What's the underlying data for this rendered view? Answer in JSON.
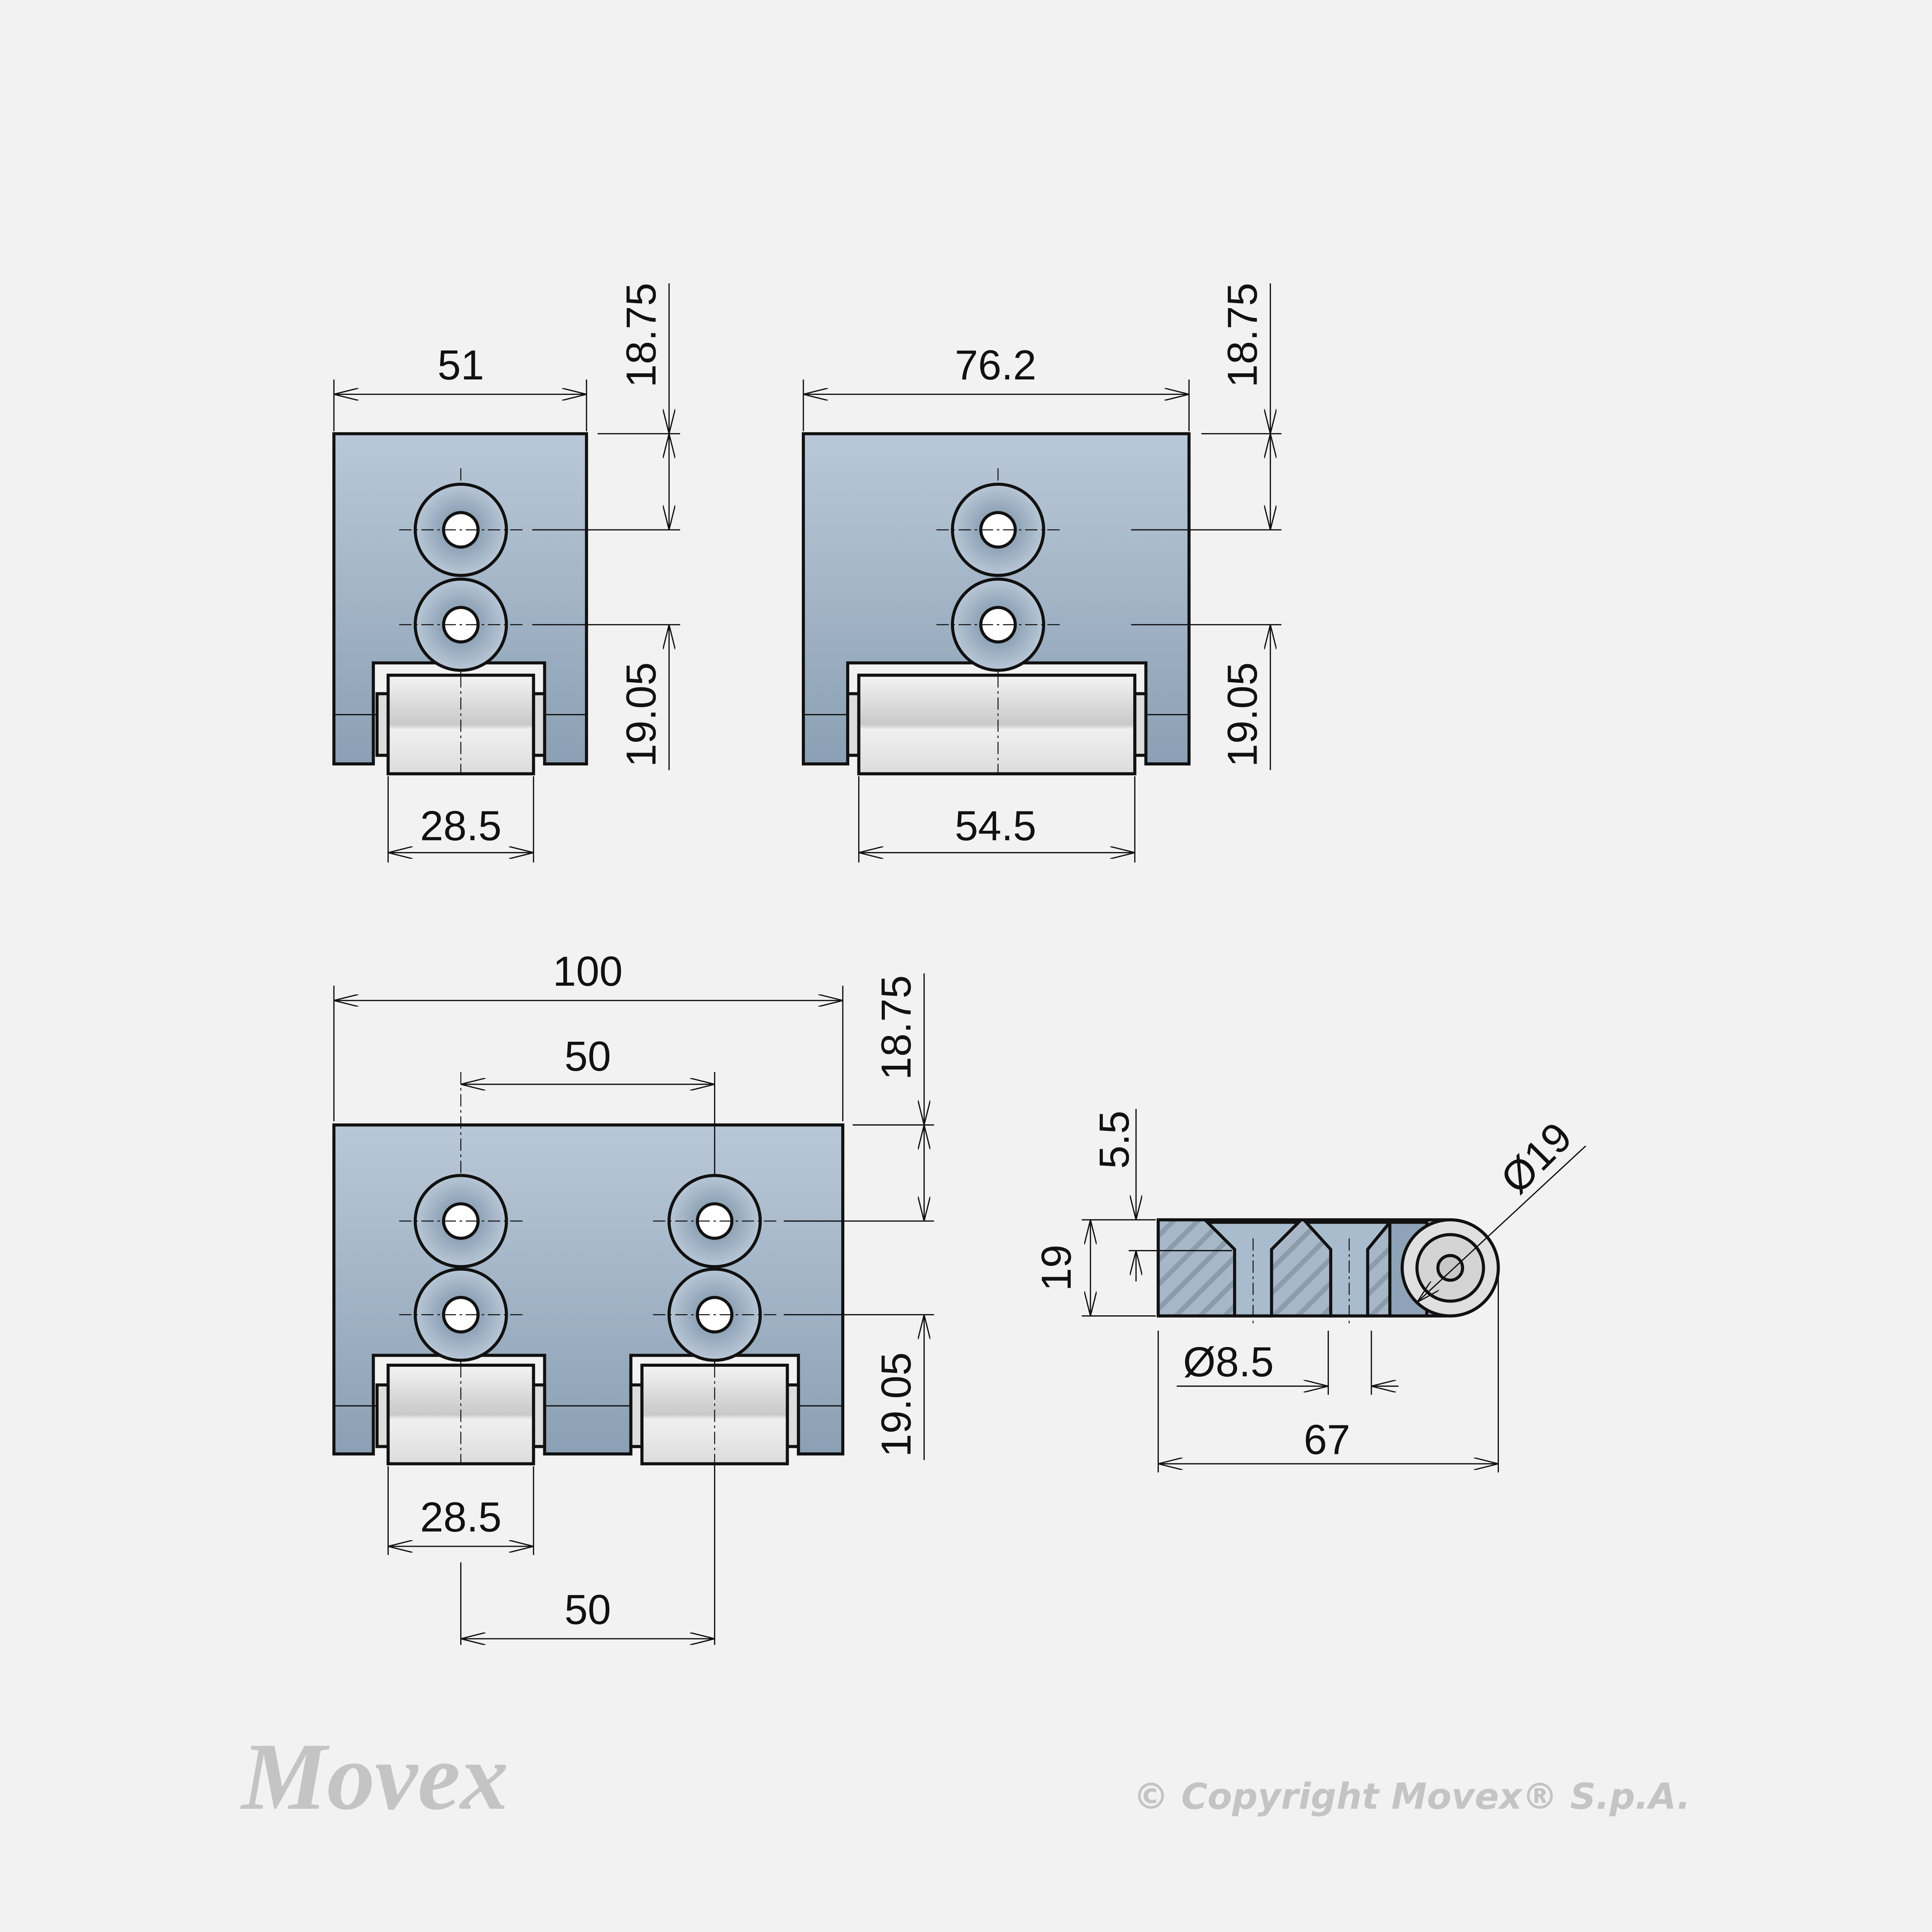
{
  "views": {
    "hinge_51": {
      "width": "51",
      "roller": "28.5",
      "top": "18.75",
      "bottom": "19.05"
    },
    "hinge_76": {
      "width": "76.2",
      "roller": "54.5",
      "top": "18.75",
      "bottom": "19.05"
    },
    "hinge_100": {
      "width": "100",
      "hole_spacing": "50",
      "roller": "28.5",
      "roller_spacing": "50",
      "top": "18.75",
      "bottom": "19.05"
    },
    "side": {
      "thickness": "19",
      "countersink": "5.5",
      "hole_dia": "Ø8.5",
      "length": "67",
      "barrel_dia": "Ø19"
    }
  },
  "branding": {
    "logo": "Movex",
    "copyright": "© Copyright Movex® S.p.A."
  },
  "colors": {
    "background": "#f2f2f2",
    "plate_top": "#b9c8d8",
    "plate_bottom": "#8ba0b4",
    "roller": "#e6e6e6"
  }
}
